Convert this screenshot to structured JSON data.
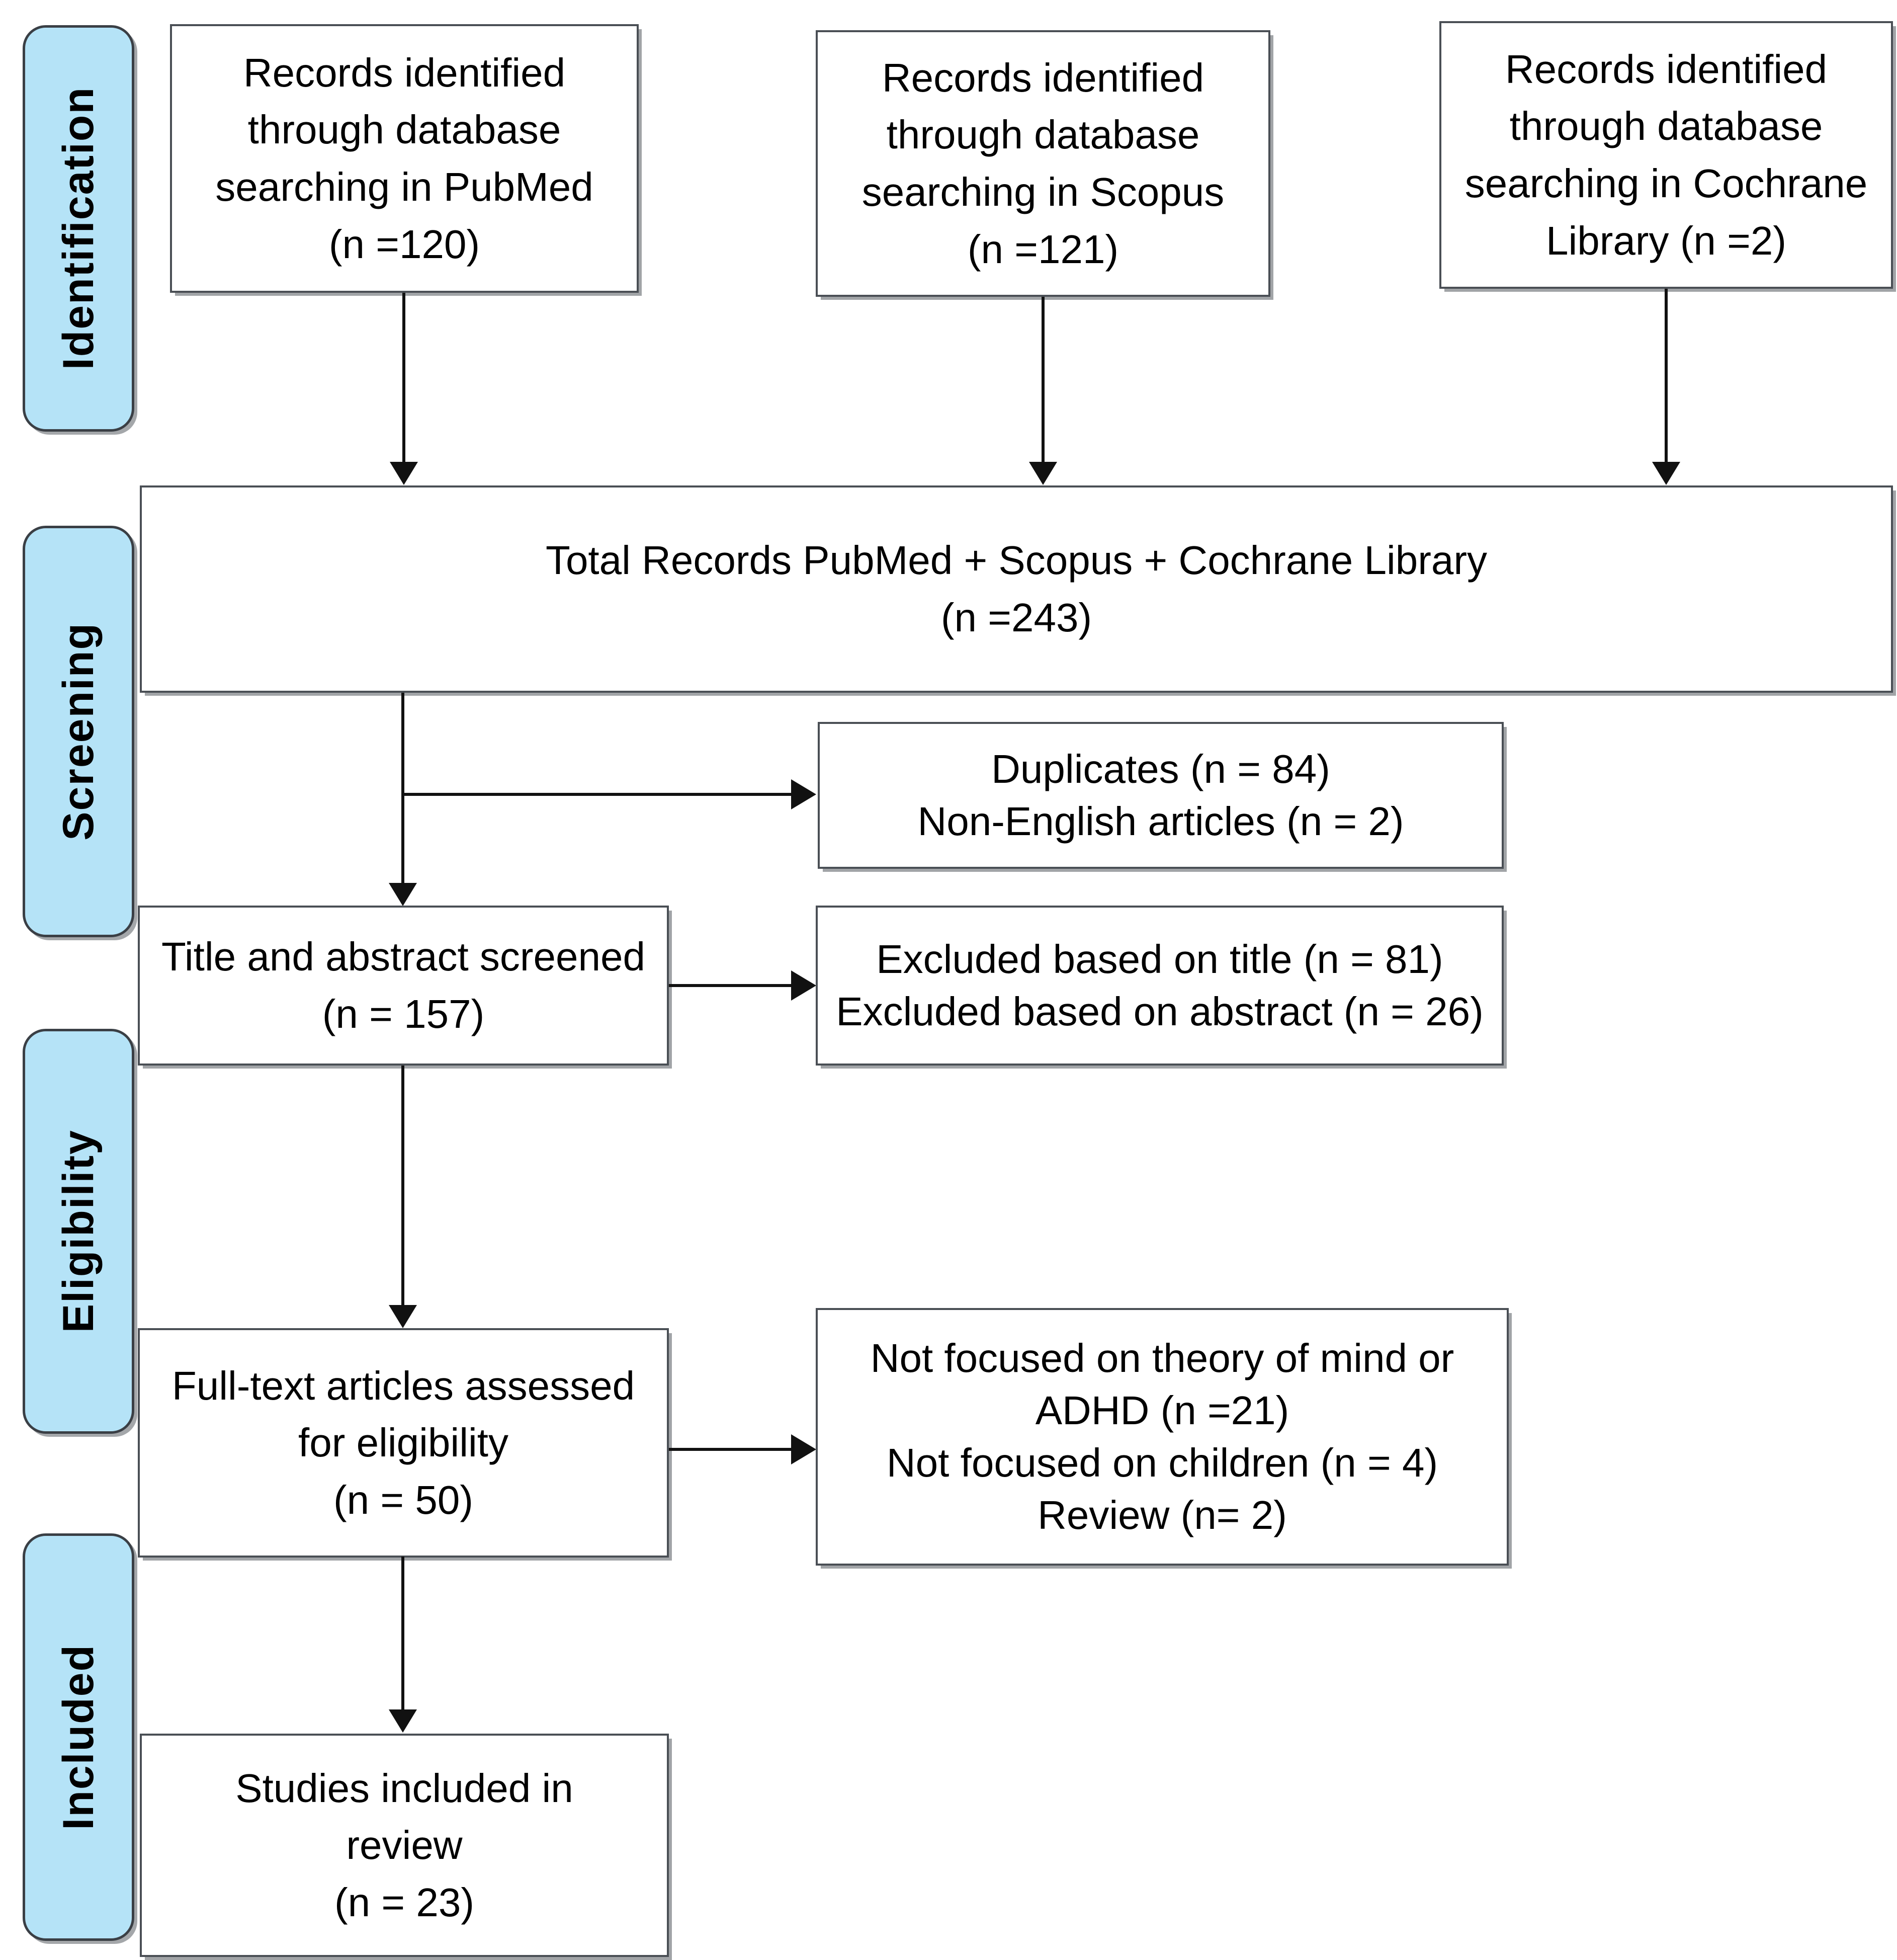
{
  "diagram": {
    "type": "PRISMA flow diagram",
    "stages": [
      {
        "id": "identification",
        "label": "Identification"
      },
      {
        "id": "screening",
        "label": "Screening"
      },
      {
        "id": "eligibility",
        "label": "Eligibility"
      },
      {
        "id": "included",
        "label": "Included"
      }
    ],
    "colors": {
      "stage_fill": "#b5e3f7",
      "stage_border": "#3a3f45",
      "node_border": "#4a4f55",
      "node_fill": "#ffffff",
      "connector": "#111111"
    },
    "nodes": {
      "pubmed": {
        "lines": [
          "Records identified",
          "through database",
          "searching in PubMed",
          "(n =120)"
        ],
        "n": 120
      },
      "scopus": {
        "lines": [
          "Records identified",
          "through database",
          "searching in Scopus",
          "(n =121)"
        ],
        "n": 121
      },
      "cochrane": {
        "lines": [
          "Records identified",
          "through database",
          "searching in Cochrane",
          "Library (n =2)"
        ],
        "n": 2
      },
      "total_records": {
        "lines": [
          "Total Records PubMed + Scopus + Cochrane Library",
          "(n =243)"
        ],
        "n": 243
      },
      "duplicates": {
        "lines": [
          "Duplicates (n = 84)",
          "Non-English articles (n = 2)"
        ],
        "duplicates_n": 84,
        "non_english_n": 2
      },
      "screened": {
        "lines": [
          "Title and abstract screened",
          "(n = 157)"
        ],
        "n": 157
      },
      "excluded_screening": {
        "lines": [
          "Excluded based on title (n = 81)",
          "Excluded based on abstract (n = 26)"
        ],
        "excluded_title_n": 81,
        "excluded_abstract_n": 26
      },
      "fulltext": {
        "lines": [
          "Full-text articles assessed",
          "for eligibility",
          "(n = 50)"
        ],
        "n": 50
      },
      "excluded_eligibility": {
        "lines": [
          "Not focused on theory of mind or",
          "ADHD (n =21)",
          "Not focused on children (n = 4)",
          "Review (n= 2)"
        ],
        "not_focused_tom_adhd_n": 21,
        "not_focused_children_n": 4,
        "review_n": 2
      },
      "included": {
        "lines": [
          "Studies included in",
          "review",
          "(n = 23)"
        ],
        "n": 23
      }
    }
  }
}
